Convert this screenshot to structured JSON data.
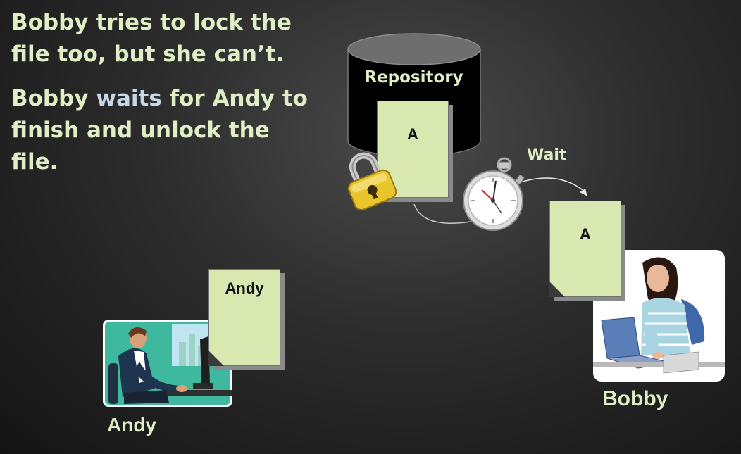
{
  "slide": {
    "para1": "Bobby tries to lock the file too, but she can’t.",
    "para2_start": "Bobby ",
    "para2_highlight": "waits",
    "para2_end": " for Andy to finish and unlock the file."
  },
  "repository": {
    "label": "Repository",
    "doc_label": "A"
  },
  "wait": {
    "label": "Wait"
  },
  "bobby": {
    "name": "Bobby",
    "doc_label": "A"
  },
  "andy": {
    "name": "Andy",
    "doc_label": "Andy"
  },
  "icons": [
    "repository-cylinder-icon",
    "padlock-icon",
    "stopwatch-icon",
    "andy-at-computer-illustration",
    "bobby-at-laptop-illustration"
  ],
  "colors": {
    "text": "#dfeec4",
    "document": "#d8e8b0",
    "highlight": "#c6d8e6",
    "padlock": "#e8c52a"
  }
}
